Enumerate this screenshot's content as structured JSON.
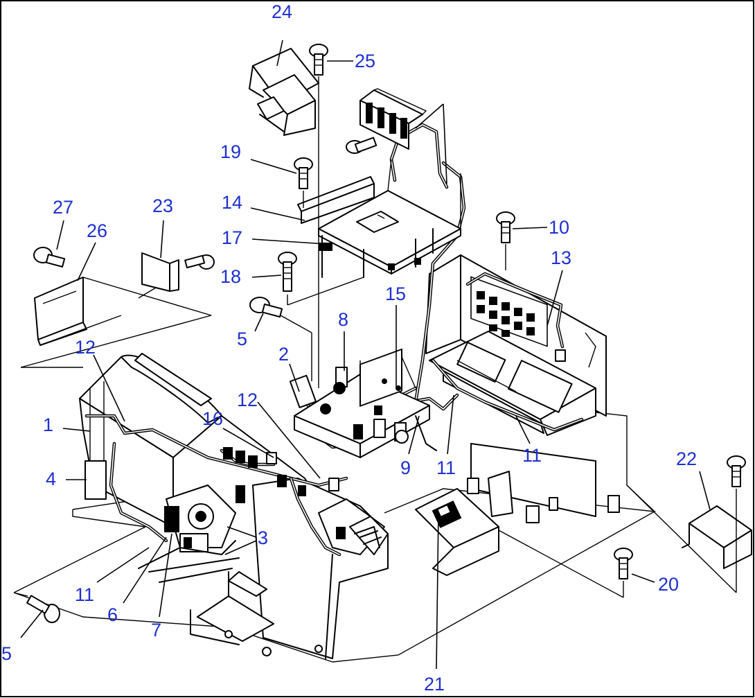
{
  "colors": {
    "callout": "#1e2fd0",
    "line": "#000000",
    "background": "#ffffff"
  },
  "callouts": [
    {
      "id": "c1",
      "label": "1"
    },
    {
      "id": "c2",
      "label": "2"
    },
    {
      "id": "c3",
      "label": "3"
    },
    {
      "id": "c4",
      "label": "4"
    },
    {
      "id": "c5a",
      "label": "5"
    },
    {
      "id": "c5b",
      "label": "5"
    },
    {
      "id": "c6",
      "label": "6"
    },
    {
      "id": "c7",
      "label": "7"
    },
    {
      "id": "c8",
      "label": "8"
    },
    {
      "id": "c9",
      "label": "9"
    },
    {
      "id": "c10",
      "label": "10"
    },
    {
      "id": "c11a",
      "label": "11"
    },
    {
      "id": "c11b",
      "label": "11"
    },
    {
      "id": "c11c",
      "label": "11"
    },
    {
      "id": "c12a",
      "label": "12"
    },
    {
      "id": "c12b",
      "label": "12"
    },
    {
      "id": "c13",
      "label": "13"
    },
    {
      "id": "c14",
      "label": "14"
    },
    {
      "id": "c15",
      "label": "15"
    },
    {
      "id": "c16",
      "label": "16"
    },
    {
      "id": "c17",
      "label": "17"
    },
    {
      "id": "c18",
      "label": "18"
    },
    {
      "id": "c19",
      "label": "19"
    },
    {
      "id": "c20",
      "label": "20"
    },
    {
      "id": "c21",
      "label": "21"
    },
    {
      "id": "c22",
      "label": "22"
    },
    {
      "id": "c23",
      "label": "23"
    },
    {
      "id": "c24",
      "label": "24"
    },
    {
      "id": "c25",
      "label": "25"
    },
    {
      "id": "c26",
      "label": "26"
    },
    {
      "id": "c27",
      "label": "27"
    }
  ]
}
